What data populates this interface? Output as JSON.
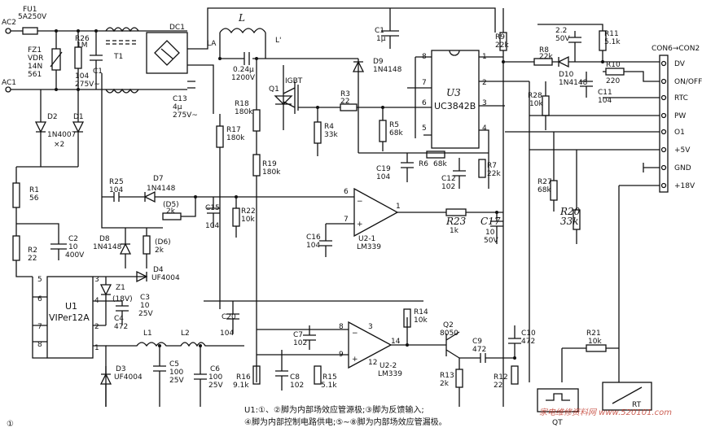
{
  "labels": {
    "fu1": "FU1",
    "fu1_val": "5A250V",
    "ac2": "AC2",
    "ac1": "AC1",
    "fz1": "FZ1",
    "fz1_v1": "VDR",
    "fz1_v2": "14N",
    "fz1_v3": "561",
    "r26": "R26",
    "r26_v": "1M",
    "c1_v1": "104",
    "c1_v2": "275V~",
    "c1": "C1",
    "t1": "T1",
    "dc1": "DC1",
    "c13": "C13",
    "c13_v1": "4μ",
    "c13_v2": "275V~",
    "l": "L",
    "la": "LA",
    "lb": "L'",
    "lc_v1": "0.24μ",
    "lc_v2": "1200V",
    "c1b": "C1",
    "c1b_v": "1μ",
    "igbt": "IGBT",
    "q1": "Q1",
    "r18": "R18",
    "r18_v": "180k",
    "r17": "R17",
    "r17_v": "180k",
    "r19": "R19",
    "r19_v": "180k",
    "r3": "R3",
    "r3_v": "22",
    "r4": "R4",
    "r4_v": "33k",
    "r5": "R5",
    "r5_v": "68k",
    "d9": "D9",
    "d9_v": "1N4148",
    "u3": "U3",
    "u3_v": "UC3842B",
    "p8": "8",
    "p1": "1",
    "p7": "7",
    "p2": "2",
    "p6": "6",
    "p3": "3",
    "p5": "5",
    "p4": "4",
    "r9": "R9",
    "r9_v": "22k",
    "c_22": "2.2",
    "c_50": "50V",
    "r11": "R11",
    "r11_v": "5.1k",
    "r8": "R8",
    "r8_v": "22k",
    "d10": "D10",
    "d10_v": "1N4148",
    "r10": "R10",
    "r10_v": "220",
    "c11": "C11",
    "c11_v": "104",
    "r28": "R28",
    "r28_v": "10k",
    "r6": "R6",
    "r6_v": "68k",
    "r7": "R7",
    "r7_v": "22k",
    "c12": "C12",
    "c12_v": "102",
    "c19": "C19",
    "c19_v": "104",
    "con": "CON6→CON2",
    "con_dv": "DV",
    "con_onoff": "ON/OFF",
    "con_rtc": "RTC",
    "con_pw": "PW",
    "con_o1": "O1",
    "con_5v": "+5V",
    "con_gnd": "GND",
    "con_18v": "+18V",
    "r1": "R1",
    "r1_v": "56",
    "r2": "R2",
    "r2_v": "22",
    "c2": "C2",
    "c2_v1": "10",
    "c2_v2": "400V",
    "d2": "D2",
    "d1": "D1",
    "d12_v": "1N4007",
    "d12_x": "×2",
    "r25": "R25",
    "r25_v": "104",
    "d7": "D7",
    "d7_v": "1N4148",
    "d5": "(D5)",
    "d5_v": "2k",
    "d6": "(D6)",
    "d6_v": "2k",
    "d8": "D8",
    "d8_v": "1N4148",
    "c15": "C15",
    "c15_v": "104",
    "r22": "R22",
    "r22_v": "10k",
    "c16": "C16",
    "c16_v": "104",
    "u21": "U2-1",
    "u21_v": "LM339",
    "op_p6": "6",
    "op_p7": "7",
    "op_p1": "1",
    "r23": "R23",
    "r23_v": "1k",
    "c17": "C17",
    "c17_v1": "10",
    "c17_v2": "50V",
    "r27": "R27",
    "r27_v": "68k",
    "r20": "R20",
    "r20_v": "33k",
    "u1": "U1",
    "u1_v": "VIPer12A",
    "u1_p5": "5",
    "u1_p6": "6",
    "u1_p7": "7",
    "u1_p8": "8",
    "u1_p3": "3",
    "u1_p2": "2",
    "u1_p4": "4",
    "u1_p1": "1",
    "z1": "Z1",
    "z1_v": "(18V)",
    "d4": "D4",
    "d4_v": "UF4004",
    "c3": "C3",
    "c3_v1": "10",
    "c3_v2": "25V",
    "c4": "C4",
    "c4_v": "472",
    "d3": "D3",
    "d3_v": "UF4004",
    "l1": "L1",
    "l2": "L2",
    "c5": "C5",
    "c5_v1": "100",
    "c5_v2": "25V",
    "c6": "C6",
    "c6_v1": "100",
    "c6_v2": "25V",
    "c20": "C20",
    "c20_v": "104",
    "r16": "R16",
    "r16_v": "9.1k",
    "c7": "C7",
    "c7_v": "102",
    "c8": "C8",
    "c8_v": "102",
    "r15": "R15",
    "r15_v": "5.1k",
    "u22": "U2-2",
    "u22_v": "LM339",
    "op2_p8": "8",
    "op2_p9": "9",
    "op2_p3": "3",
    "op2_p12": "12",
    "op2_p14": "14",
    "r14": "R14",
    "r14_v": "10k",
    "q2": "Q2",
    "q2_v": "8050",
    "c9": "C9",
    "c9_v": "472",
    "c10": "C10",
    "c10_v": "472",
    "r13": "R13",
    "r13_v": "2k",
    "r12": "R12",
    "r12_v": "22",
    "r21": "R21",
    "r21_v": "10k",
    "qt": "QT",
    "rt": "RT",
    "fig_no": "①"
  },
  "notes": {
    "line1": "U1:①、②脚为内部场效应管源极;③脚为反馈输入;",
    "line2": "④脚为内部控制电路供电;⑤~⑧脚为内部场效应管漏极。"
  },
  "watermark": "家电维修资料网 www.520101.com"
}
